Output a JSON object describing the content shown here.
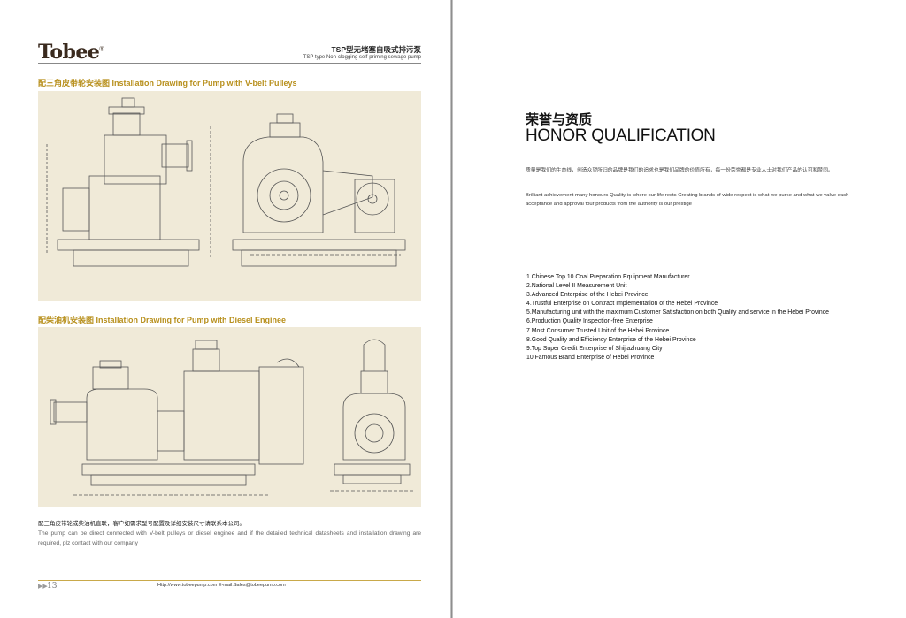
{
  "brand": {
    "logo": "Tobee",
    "reg": "®"
  },
  "header": {
    "title_cn": "TSP型无堵塞自吸式排污泵",
    "title_en": "TSP type Non-clogging self-priming sewage pump"
  },
  "section1": {
    "title": "配三角皮带轮安装图  Installation Drawing for Pump with V-belt Pulleys"
  },
  "section2": {
    "title": "配柴油机安装图  Installation Drawing for Pump with Diesel Enginee"
  },
  "notes": {
    "cn": "配三角皮带轮或柴油机直联，客户如需求型号配置及详细安装尺寸请联系本公司。",
    "en": "The pump can be direct connected with V-belt pulleys or diesel enginee and if the detailed technical datasheets and installation drawing are required, plz contact with our company"
  },
  "footer": {
    "arrows": "▶▶",
    "page_number": "13",
    "contact": "Http://www.tobeepump.com  E-mail:Sales@tobeepump.com"
  },
  "honor": {
    "title_cn": "荣誉与资质",
    "title_en": "HONOR QUALIFICATION",
    "intro_cn": "质量是我们的生命线，创造众望所归的品牌是我们的追求也是我们品牌的价值所有，每一份荣誉都是专业人士对我们产品的认可和赞同。",
    "intro_en": "Brilliant achievement many honours Quality is where our life rests Creating brands of wide respect is what we purse and what we valve each acceptance and approval four products from the authority is our prestige",
    "items": [
      "1.Chinese Top 10 Coal Preparation Equipment Manufacturer",
      "2.National Level II Measurement Unit",
      "3.Advanced Enterprise of the Hebei Province",
      "4.Trustful Enterprise on Contract Implementation of the Hebei Province",
      "5.Manufacturing unit with the maximum Customer Satisfaction on both Quality and service in the Hebei Province",
      "6.Production Quality Inspection-free Enterprise",
      "7.Most Consumer Trusted Unit of the Hebei Province",
      "8.Good Quality and Efficiency Enterprise of the Hebei Province",
      "9.Top Super Credit Enterprise of Shijiazhuang City",
      "10.Famous Brand Enterprise of Hebei Province"
    ]
  },
  "colors": {
    "accent": "#b8901d",
    "panel_bg": "#f0ead8",
    "line": "#555555"
  }
}
